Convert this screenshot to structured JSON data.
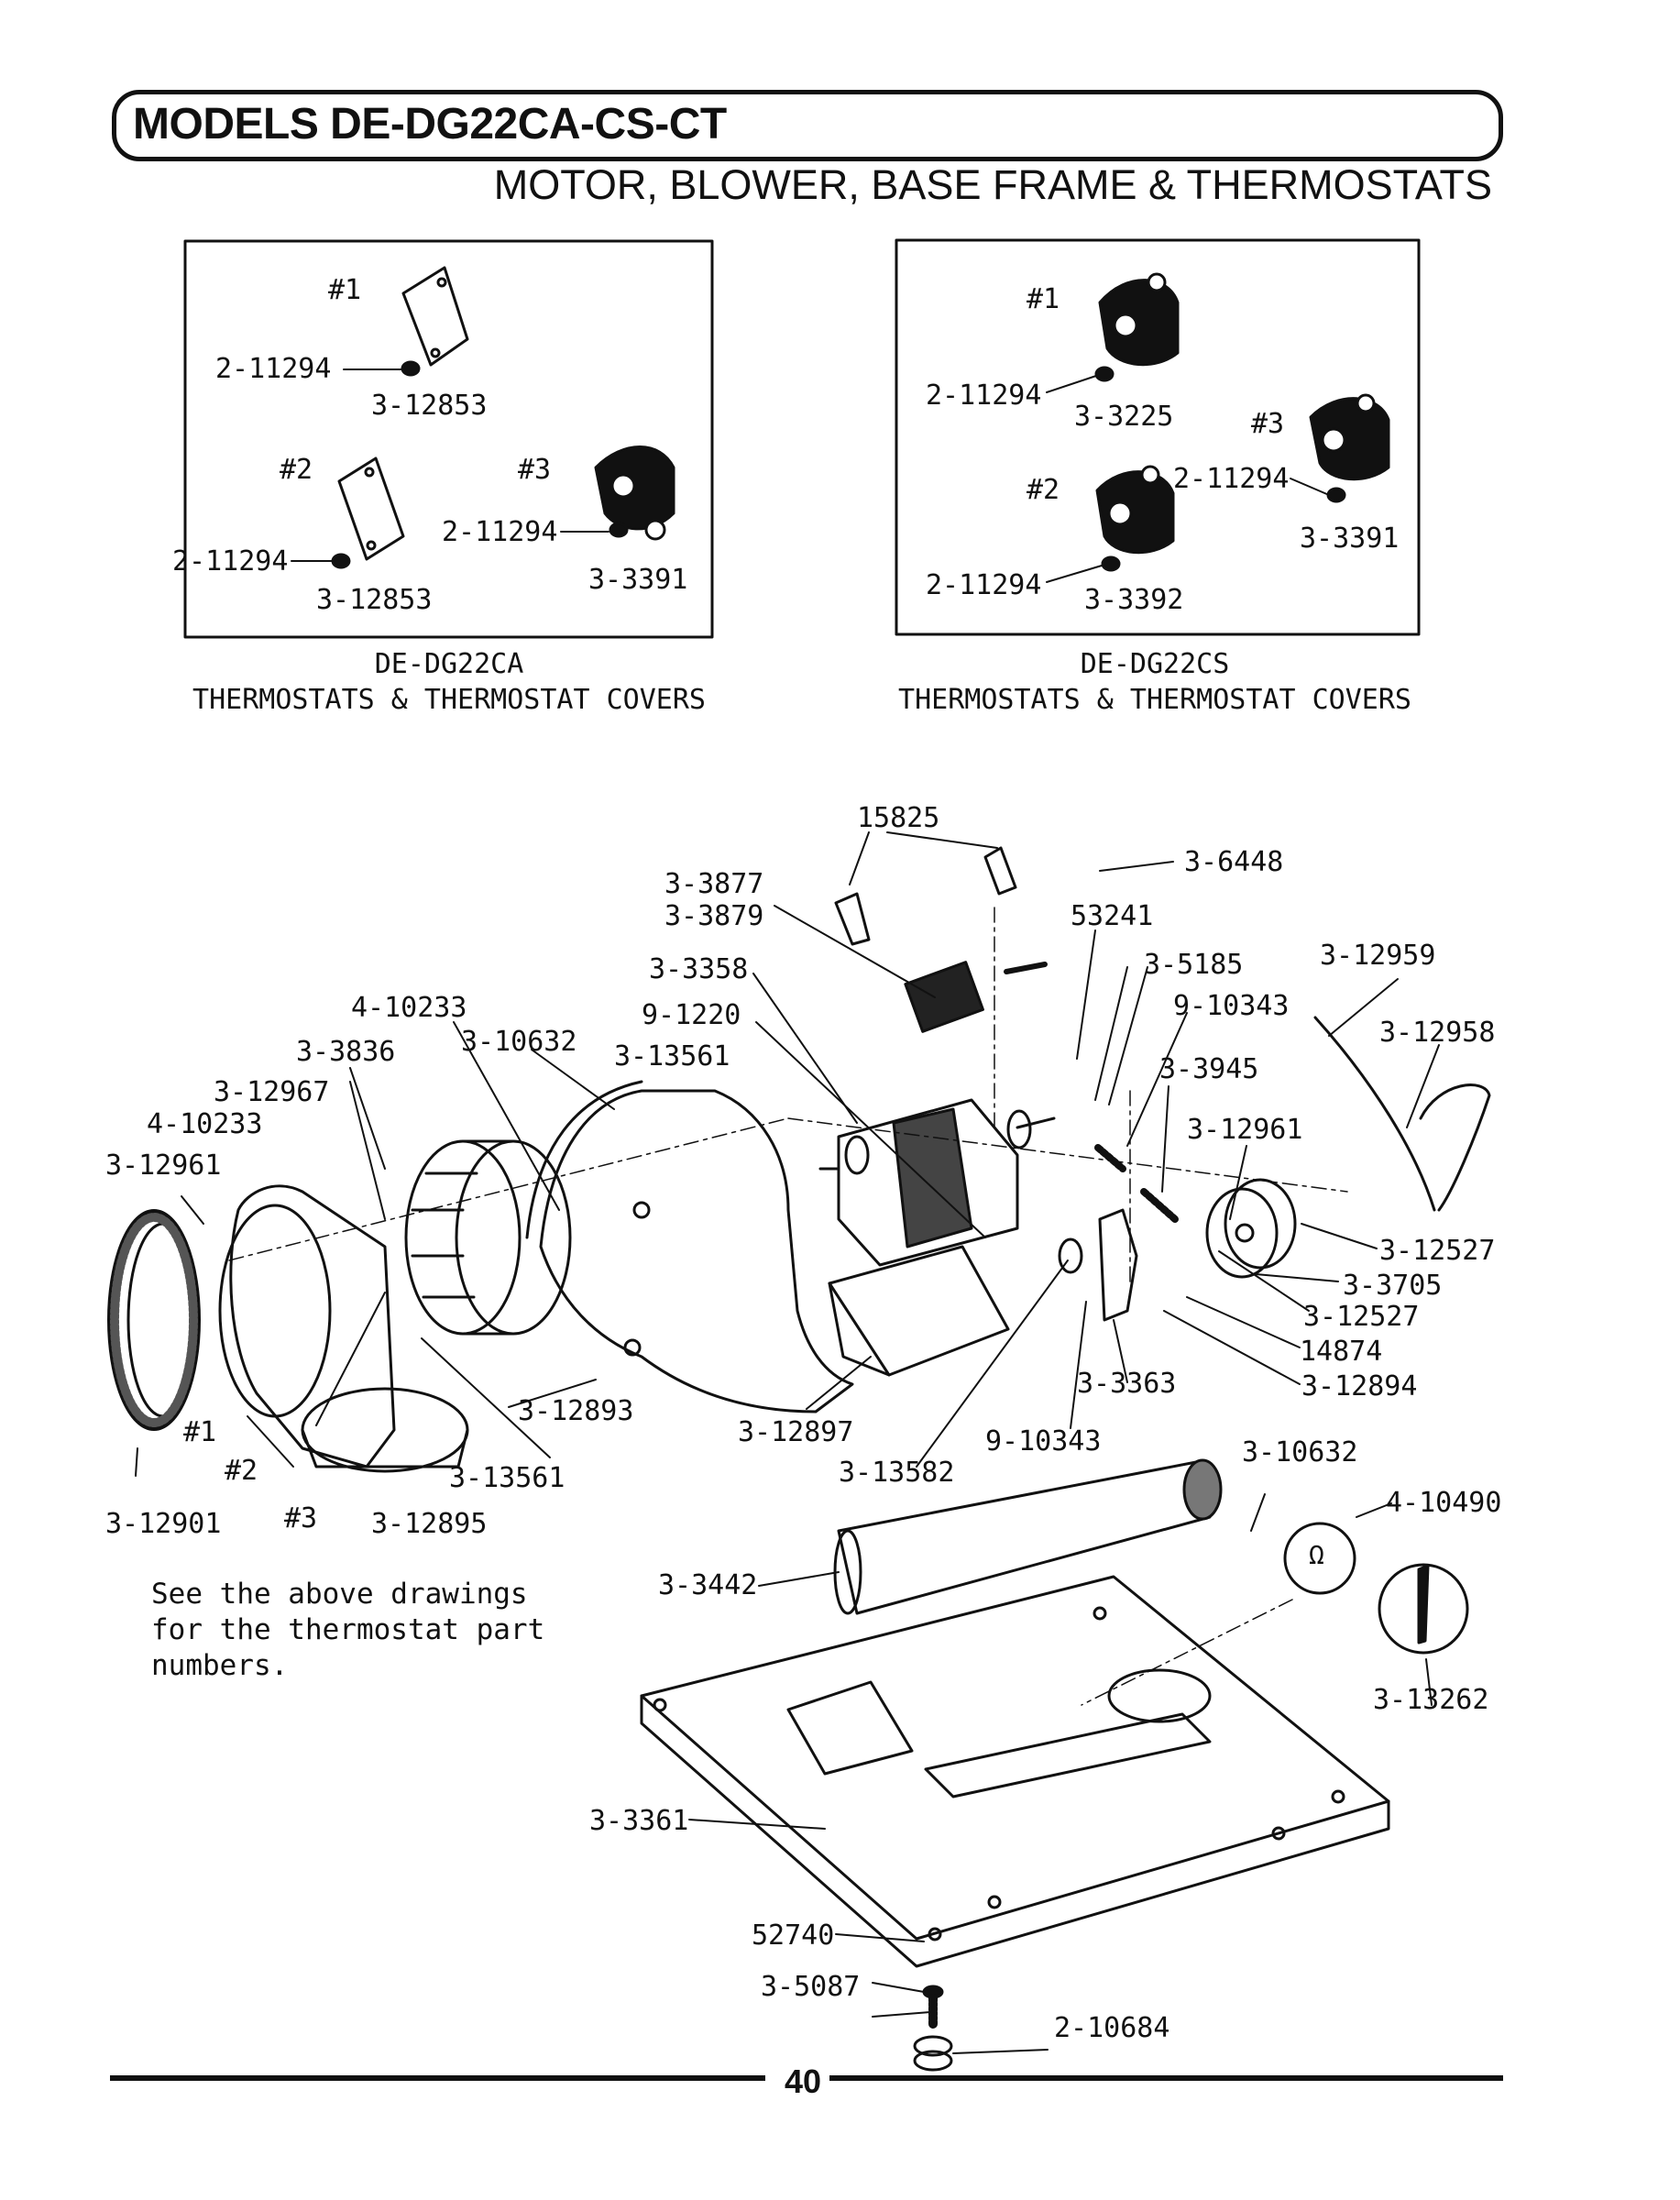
{
  "header": {
    "models_title": "MODELS DE-DG22CA-CS-CT",
    "subtitle": "MOTOR, BLOWER, BASE FRAME & THERMOSTATS"
  },
  "inset_left": {
    "caption_model": "DE-DG22CA",
    "caption_text": "THERMOSTATS & THERMOSTAT COVERS",
    "labels": [
      "#1",
      "2-11294",
      "3-12853",
      "#2",
      "#3",
      "2-11294",
      "2-11294",
      "3-12853",
      "3-3391"
    ]
  },
  "inset_right": {
    "caption_model": "DE-DG22CS",
    "caption_text": "THERMOSTATS & THERMOSTAT COVERS",
    "labels": [
      "#1",
      "2-11294",
      "3-3225",
      "#3",
      "#2",
      "2-11294",
      "3-3391",
      "2-11294",
      "3-3392"
    ]
  },
  "main_labels": [
    "15825",
    "3-3877",
    "3-3879",
    "3-6448",
    "53241",
    "3-3358",
    "3-5185",
    "3-12959",
    "4-10233",
    "9-1220",
    "9-10343",
    "3-3836",
    "3-10632",
    "3-13561",
    "3-12958",
    "3-3945",
    "3-12967",
    "4-10233",
    "3-12961",
    "3-12961",
    "3-12527",
    "3-3705",
    "3-12527",
    "14874",
    "3-3363",
    "3-12894",
    "3-12893",
    "3-12897",
    "9-10343",
    "3-10632",
    "#1",
    "#2",
    "3-13561",
    "3-13582",
    "4-10490",
    "3-12901",
    "#3",
    "3-12895",
    "3-3442",
    "3-13262",
    "3-3361",
    "52740",
    "3-5087",
    "2-10684"
  ],
  "note": "See the above drawings\nfor the thermostat part\nnumbers.",
  "page_number": "40"
}
